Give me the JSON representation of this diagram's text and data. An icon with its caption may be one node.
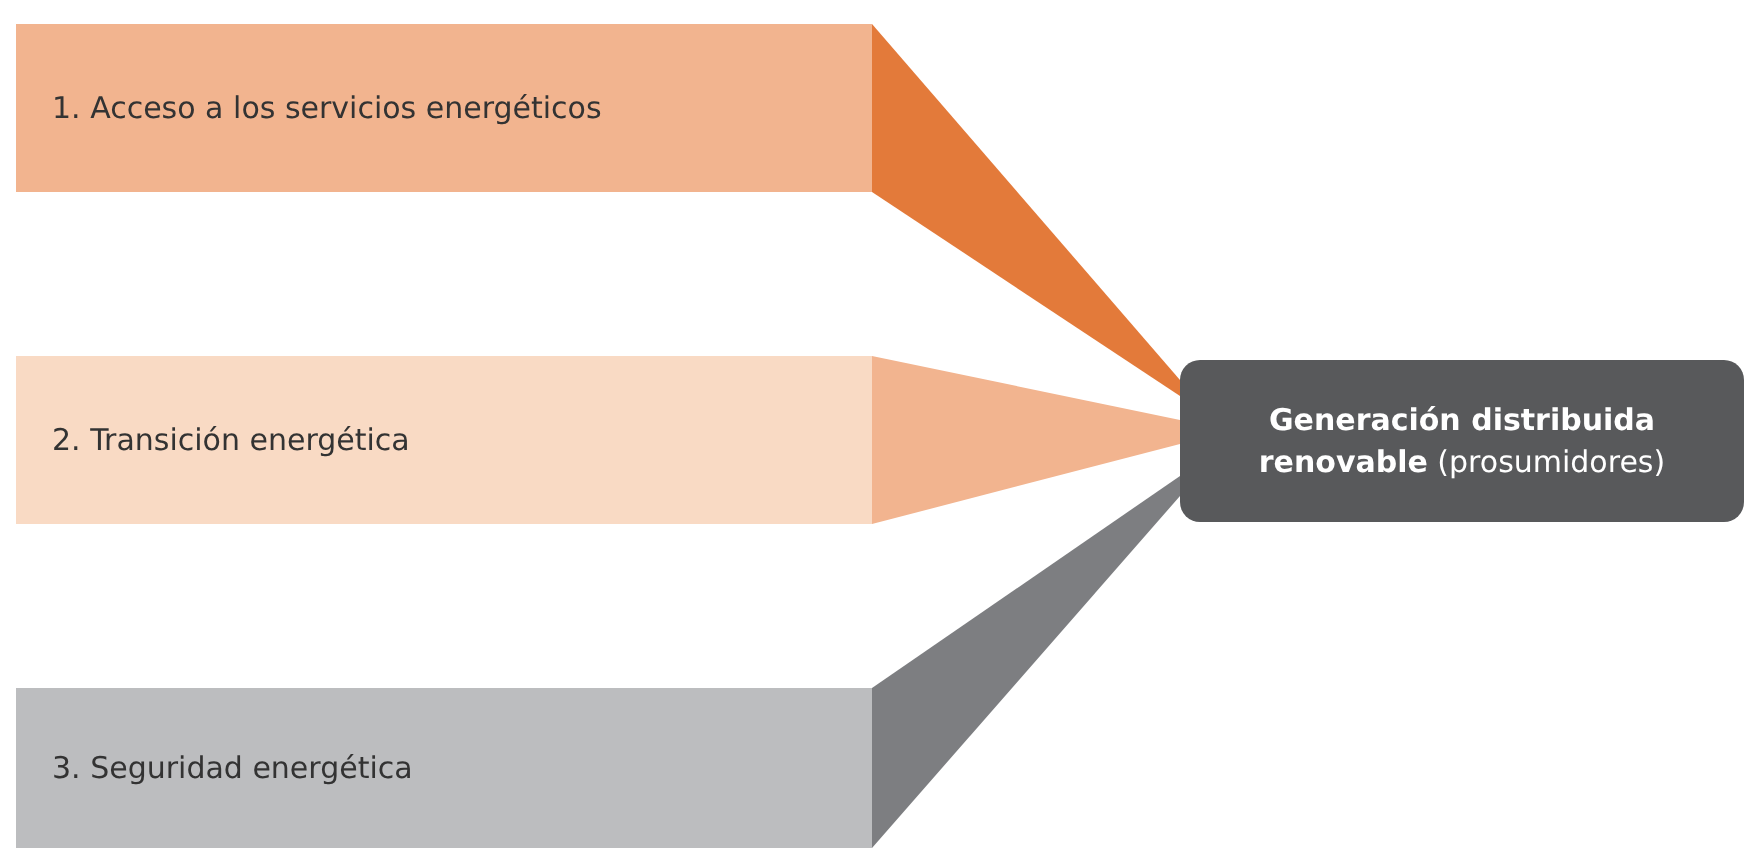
{
  "diagram": {
    "nodes": [
      {
        "text": [
          "1. Acceso a los servicios energéticos"
        ]
      },
      {
        "text": [
          "2. Transición energética"
        ]
      },
      {
        "text": [
          "3. Seguridad energética"
        ]
      },
      {
        "text": [
          "**Generación distribuida renovable** (prosumidores)"
        ]
      }
    ],
    "edges": [
      {
        "from": 0,
        "to": 3,
        "arrow": "none",
        "color": "#e37a3a"
      },
      {
        "from": 1,
        "to": 3,
        "arrow": "none",
        "color": "#f2b48f"
      },
      {
        "from": 2,
        "to": 3,
        "arrow": "none",
        "color": "#7d7e81"
      }
    ]
  }
}
